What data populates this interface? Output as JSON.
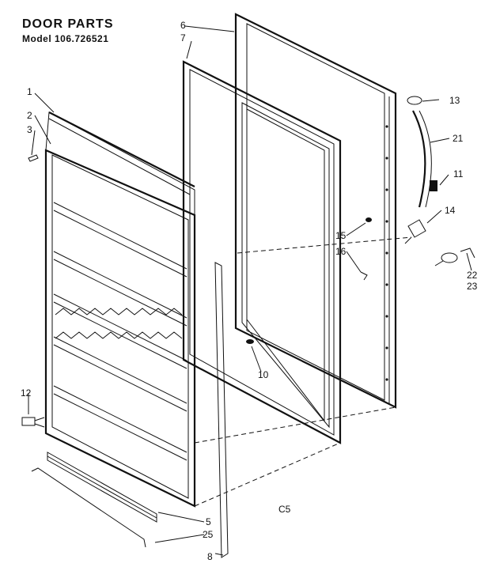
{
  "header": {
    "title": "DOOR PARTS",
    "model": "Model 106.726521"
  },
  "callouts": {
    "c1": "1",
    "c2": "2",
    "c3": "3",
    "c5": "5",
    "c6": "6",
    "c7": "7",
    "c8": "8",
    "c10": "10",
    "c11": "11",
    "c12": "12",
    "c13": "13",
    "c14": "14",
    "c15": "15",
    "c16": "16",
    "c21": "21",
    "c22": "22",
    "c23": "23",
    "c25": "25"
  },
  "code": "C5"
}
